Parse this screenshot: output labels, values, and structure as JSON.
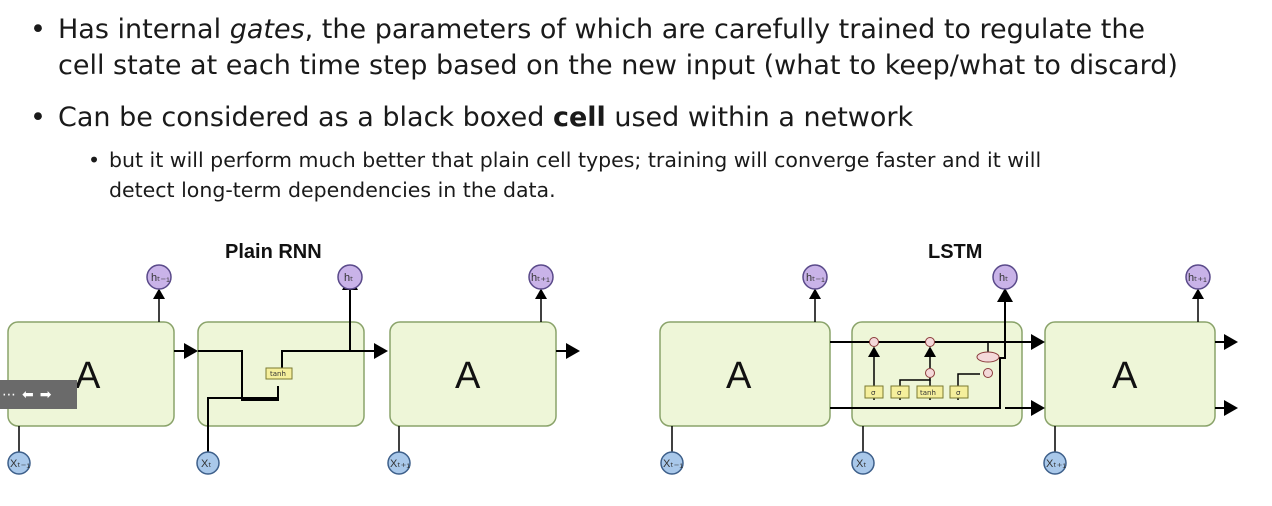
{
  "bullets": [
    {
      "line1_pre": "Has internal ",
      "line1_em": "gates",
      "line1_post": ", the parameters of which are carefully trained to regulate the",
      "line2": "cell state at each time step based on the new input (what to keep/what to discard)"
    },
    {
      "pre": "Can be considered as a black boxed ",
      "bold": "cell",
      "post": " used within a network"
    }
  ],
  "sub_bullet": {
    "line1": "but it will perform much better that plain cell types; training will converge faster and it will",
    "line2": "detect long-term dependencies in the data."
  },
  "diagram_left": {
    "title": "Plain RNN",
    "block_label": "A",
    "inner_label": "tanh",
    "outputs": [
      "hₜ₋₁",
      "hₜ",
      "hₜ₊₁"
    ],
    "inputs": [
      "Xₜ₋₁",
      "Xₜ",
      "Xₜ₊₁"
    ]
  },
  "diagram_right": {
    "title": "LSTM",
    "block_label": "A",
    "gate_labels": [
      "σ",
      "σ",
      "tanh",
      "σ"
    ],
    "outputs": [
      "hₜ₋₁",
      "hₜ",
      "hₜ₊₁"
    ],
    "inputs": [
      "Xₜ₋₁",
      "Xₜ",
      "Xₜ₊₁"
    ]
  },
  "nav_controls": {
    "menu_icon": "menu-dots-icon",
    "prev_icon": "arrow-left-icon",
    "next_icon": "arrow-right-icon"
  },
  "colors": {
    "block_fill": "#eef6d8",
    "block_stroke": "#8aa36a",
    "h_node_fill": "#c9b3e8",
    "x_node_fill": "#a9c8ea",
    "gate_fill": "#f5ef9c"
  }
}
